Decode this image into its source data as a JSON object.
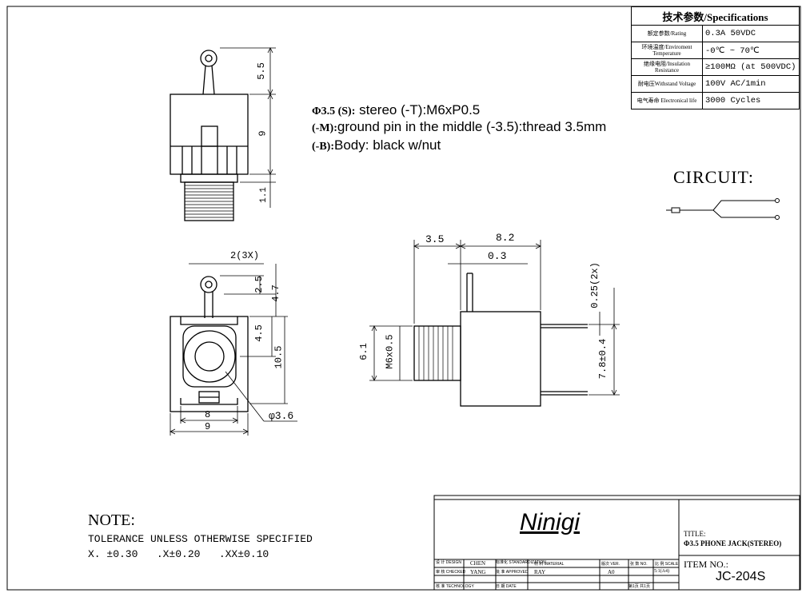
{
  "spec_table": {
    "title": "技术参数/Specifications",
    "rows": [
      {
        "label": "额定参数/Rating",
        "value": "0.3A 50VDC"
      },
      {
        "label": "环境温度/Enviroment Temperature",
        "value": "-0℃ ~ 70℃"
      },
      {
        "label": "绝缘电阻/Insulation Resistance",
        "value": "≥100MΩ (at 500VDC)"
      },
      {
        "label": "耐电压Withstand Voltage",
        "value": "100V AC/1min"
      },
      {
        "label": "电气寿命 Electronical life",
        "value": "3000 Cycles"
      }
    ]
  },
  "description": {
    "line1_prefix": "Φ3.5 (S):",
    "line1_text": " stereo (-T):M6xP0.5",
    "line2_prefix": "(-M):",
    "line2_text": "ground pin in the middle (-3.5):thread 3.5mm",
    "line3_prefix": "(-B):",
    "line3_text": "Body: black w/nut"
  },
  "circuit": {
    "label": "CIRCUIT:"
  },
  "dims_top_view": {
    "d1": "5.5",
    "d2": "9",
    "d3": "1.1"
  },
  "dims_front_view": {
    "pin_width": "2(3X)",
    "d_top1": "2.5",
    "d_top2": "4.7",
    "d_mid": "4.5",
    "d_height": "10.5",
    "w_inner": "8",
    "w_outer": "9",
    "hole": "φ3.6"
  },
  "dims_side_view": {
    "d_thread_len": "3.5",
    "d_body_len": "8.2",
    "d_pin_thk": "0.3",
    "d_pin_w": "0.25(2x)",
    "d_dia": "6.1",
    "d_thread": "M6x0.5",
    "d_pin_span": "7.8±0.4"
  },
  "note": {
    "title": "NOTE:",
    "line1": "TOLERANCE UNLESS OTHERWISE SPECIFIED",
    "line2": "X. ±0.30   .X±0.20   .XX±0.10"
  },
  "title_block": {
    "company": "Ninigi",
    "title_label": "TITLE:",
    "title_value": "Φ3.5 PHONE JACK(STEREO)",
    "item_label": "ITEM NO.:",
    "item_value": "JC-204S",
    "designer": "CHEN",
    "checker": "YANG",
    "approver": "RAY",
    "version": "A0",
    "scale": "5:1(A4)",
    "row_labels": [
      "设 计 DESIGN",
      "审 核 CHECKED",
      "核 准 TECHNOLOGY"
    ],
    "col_labels": [
      "标准化 STANDARDIZATION",
      "批 准 APPROVED",
      "日 期 DATE",
      "材 料 MATERIAL",
      "版次 VER.",
      "张 数 NO.",
      "比 例 SCALE"
    ],
    "sheet_info": "第1页 共1页"
  }
}
